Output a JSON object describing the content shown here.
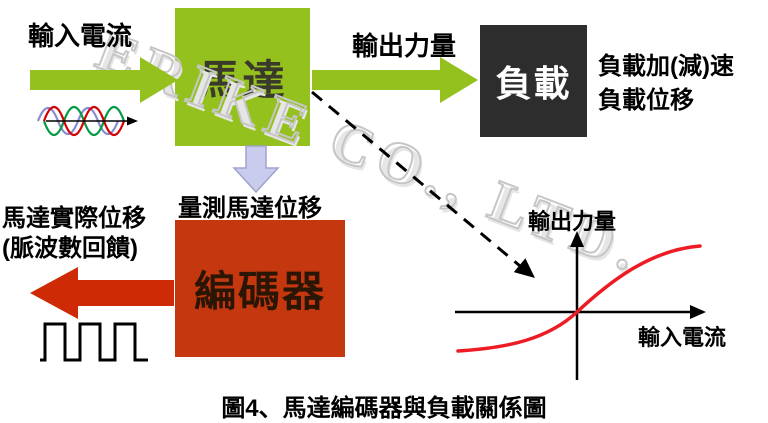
{
  "watermark": {
    "text": "ERIKE CO., LTD."
  },
  "labels": {
    "input_current": "輸入電流",
    "output_force": "輸出力量",
    "load_accel": "負載加(減)速",
    "load_disp": "負載位移",
    "measure_motor_disp": "量測馬達位移",
    "motor_actual_disp": "馬達實際位移",
    "pulse_feedback": "(脈波數回饋)"
  },
  "boxes": {
    "motor": "馬達",
    "load": "負載",
    "encoder": "編碼器"
  },
  "graph": {
    "type": "line",
    "y_axis_label": "輸出力量",
    "x_axis_label": "輸入電流",
    "curve_shape": "s-curve through origin, red"
  },
  "caption": "圖4、馬達編碼器與負載關係圖",
  "colors": {
    "green": "#95C11F",
    "red_box": "#C5380F",
    "red_arrow": "#CE2A06",
    "dark": "#2D2D2D",
    "lavender": "#C9CCEC",
    "lavender_border": "#9FA3CE",
    "sine_red": "#D40000",
    "sine_green": "#009A44",
    "sine_blue": "#8A8AD0",
    "curve_red": "#ED1C24"
  }
}
